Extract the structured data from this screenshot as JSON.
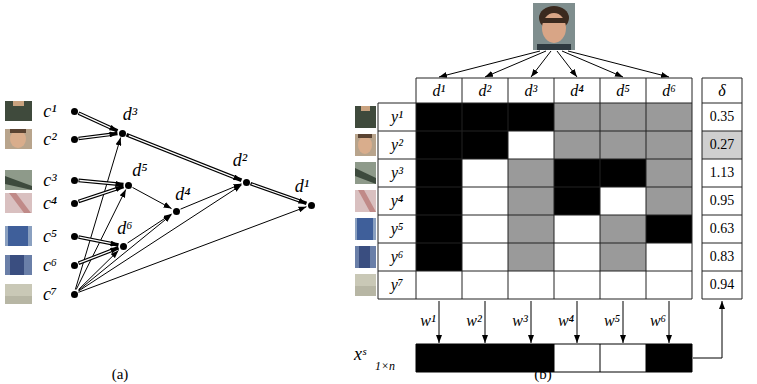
{
  "diagram": {
    "nodes": [
      {
        "text": [
          "c¹"
        ]
      },
      {
        "text": [
          "c²"
        ]
      },
      {
        "text": [
          "c³"
        ]
      },
      {
        "text": [
          "c⁴"
        ]
      },
      {
        "text": [
          "c⁵"
        ]
      },
      {
        "text": [
          "c⁶"
        ]
      },
      {
        "text": [
          "c⁷"
        ]
      },
      {
        "text": [
          "d³"
        ]
      },
      {
        "text": [
          "d⁵"
        ]
      },
      {
        "text": [
          "d⁶"
        ]
      },
      {
        "text": [
          "d⁴"
        ]
      },
      {
        "text": [
          "d²"
        ]
      },
      {
        "text": [
          "d¹"
        ]
      }
    ],
    "edges": [
      {
        "from": 0,
        "to": 7,
        "arrow": "to"
      },
      {
        "from": 1,
        "to": 7,
        "arrow": "to"
      },
      {
        "from": 2,
        "to": 8,
        "arrow": "to"
      },
      {
        "from": 3,
        "to": 8,
        "arrow": "to"
      },
      {
        "from": 4,
        "to": 9,
        "arrow": "to"
      },
      {
        "from": 5,
        "to": 9,
        "arrow": "to"
      },
      {
        "from": 6,
        "to": 7,
        "arrow": "to"
      },
      {
        "from": 6,
        "to": 8,
        "arrow": "to"
      },
      {
        "from": 6,
        "to": 9,
        "arrow": "to"
      },
      {
        "from": 6,
        "to": 10,
        "arrow": "to"
      },
      {
        "from": 6,
        "to": 11,
        "arrow": "to"
      },
      {
        "from": 6,
        "to": 12,
        "arrow": "to"
      },
      {
        "from": 7,
        "to": 11,
        "arrow": "to"
      },
      {
        "from": 8,
        "to": 10,
        "arrow": "to"
      },
      {
        "from": 9,
        "to": 10,
        "arrow": "to"
      },
      {
        "from": 10,
        "to": 11,
        "arrow": "to"
      },
      {
        "from": 11,
        "to": 12,
        "arrow": "to"
      }
    ],
    "labels": [
      "d¹",
      "d²",
      "d³",
      "d⁴",
      "d⁵",
      "d⁶",
      "δ",
      "y¹",
      "y²",
      "y³",
      "y⁴",
      "y⁵",
      "y⁶",
      "y⁷",
      "0.35",
      "0.27",
      "1.13",
      "0.95",
      "0.63",
      "0.83",
      "0.94",
      "w¹",
      "w²",
      "w³",
      "w⁴",
      "w⁵",
      "w⁶",
      "xˢ",
      "1×n",
      "(a)",
      "(b)"
    ]
  }
}
